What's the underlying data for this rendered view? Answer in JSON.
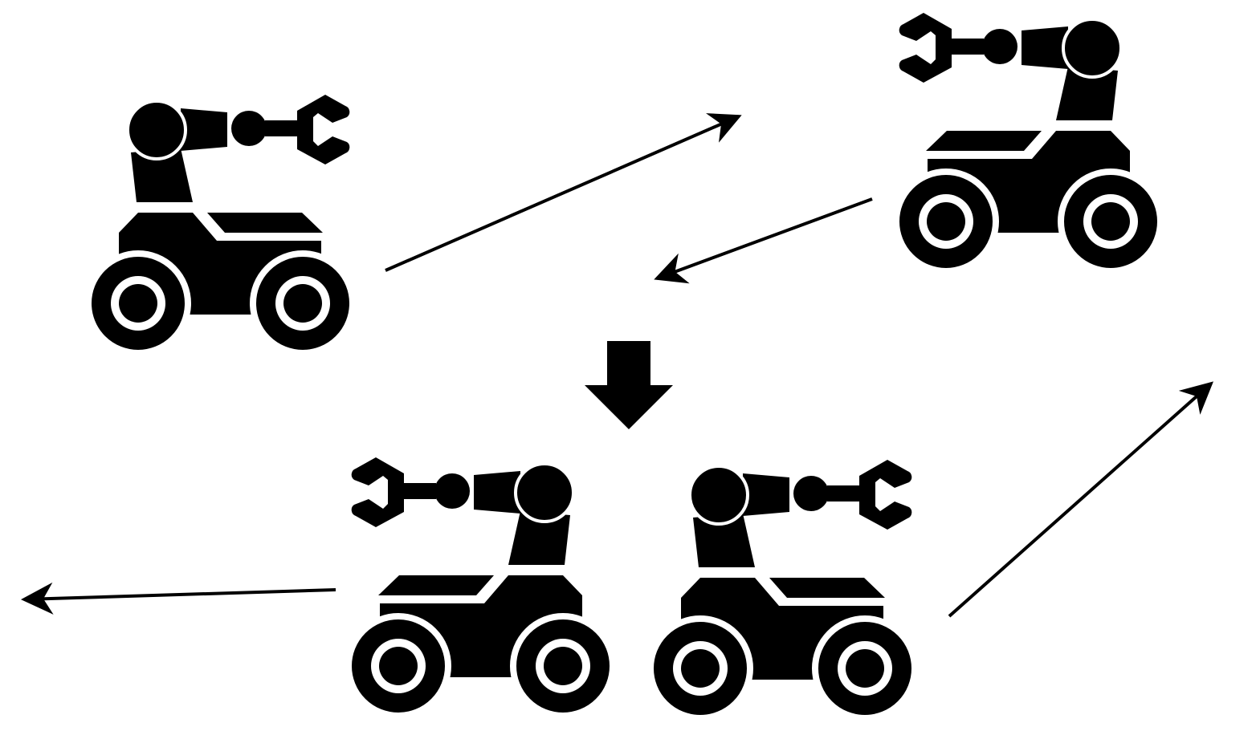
{
  "diagram": {
    "background_color": "#ffffff",
    "ink_color": "#000000",
    "robots": [
      {
        "id": "robot-top-left",
        "icon": "mobile-manipulator-robot-icon",
        "facing": "right"
      },
      {
        "id": "robot-top-right",
        "icon": "mobile-manipulator-robot-icon",
        "facing": "left"
      },
      {
        "id": "robot-bottom-left",
        "icon": "mobile-manipulator-robot-icon",
        "facing": "left"
      },
      {
        "id": "robot-bottom-right",
        "icon": "mobile-manipulator-robot-icon",
        "facing": "right"
      }
    ],
    "arrows": [
      {
        "id": "arrow-top-left-to-top-right",
        "icon": "arrow-icon",
        "style": "thin"
      },
      {
        "id": "arrow-top-right-to-center",
        "icon": "arrow-icon",
        "style": "thin"
      },
      {
        "id": "arrow-merge-down",
        "icon": "down-arrow-icon",
        "style": "block"
      },
      {
        "id": "arrow-bottom-left-out",
        "icon": "arrow-icon",
        "style": "thin"
      },
      {
        "id": "arrow-bottom-right-out",
        "icon": "arrow-icon",
        "style": "thin"
      }
    ]
  }
}
